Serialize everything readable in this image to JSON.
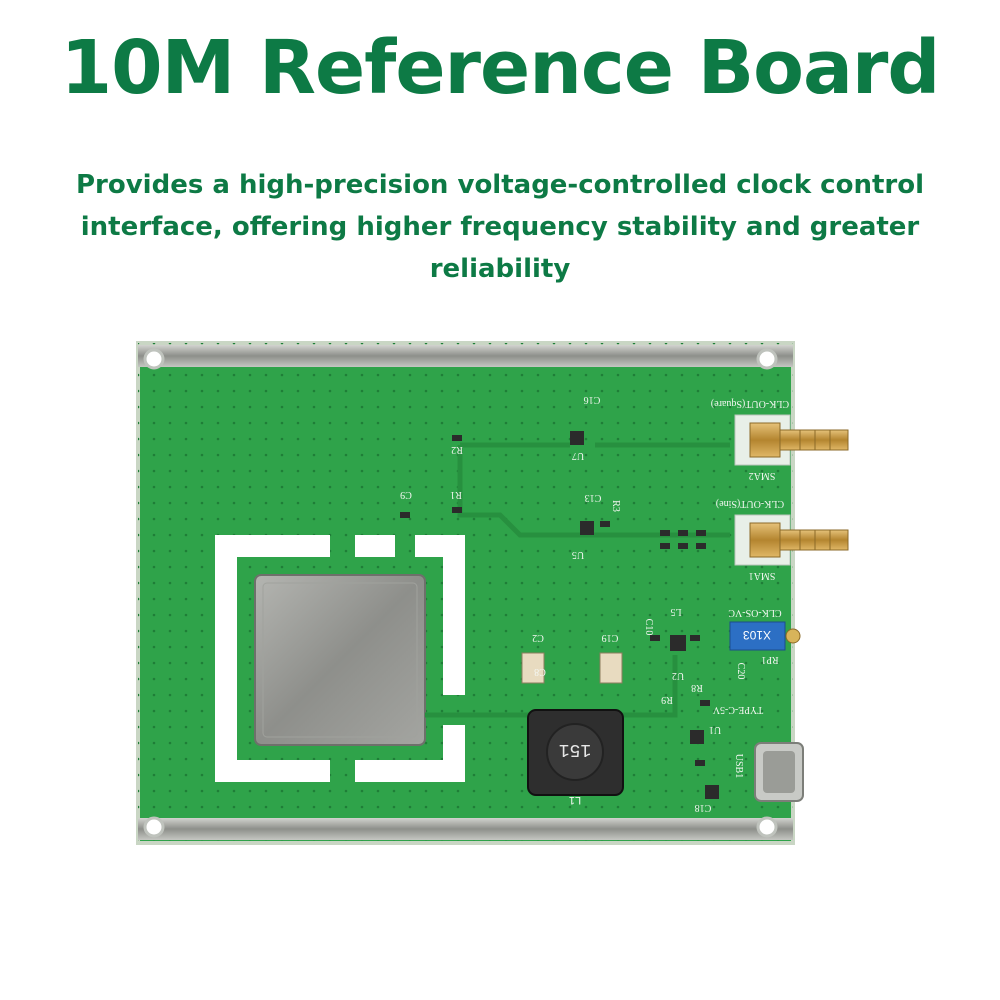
{
  "header": {
    "title": "10M Reference Board",
    "subtitle": "Provides a high-precision voltage-controlled clock control interface, offering higher frequency stability and greater reliability"
  },
  "board": {
    "labels": {
      "clk_out_square": "CLK-OUT(Square)",
      "clk_out_sine": "CLK-OUT(Sine)",
      "sma2": "SMA2",
      "sma1": "SMA1",
      "clk_os_vc": "CLK-OS-VC",
      "rp1": "RP1",
      "pot_marking": "X103",
      "type_c": "TYPE-C-5V",
      "usb1": "USB1",
      "u1": "U1",
      "u2": "U2",
      "u5": "U5",
      "u7": "U7",
      "l1": "L1",
      "l5": "L5",
      "inductor_marking": "151",
      "c9": "C9",
      "c13": "C13",
      "c16": "C16",
      "c18": "C18",
      "c19": "C19",
      "c2": "C2",
      "c8": "C8",
      "c10": "C10",
      "c20": "C20",
      "r1": "R1",
      "r2": "R2",
      "r3": "R3",
      "r8": "R8",
      "r9": "R9"
    }
  },
  "colors": {
    "brand_green": "#0d7a45",
    "pcb_green": "#2fa34a",
    "shield_silver": "#a9aaa6",
    "pot_blue": "#2c6fc4",
    "sma_gold": "#c99a3a"
  }
}
